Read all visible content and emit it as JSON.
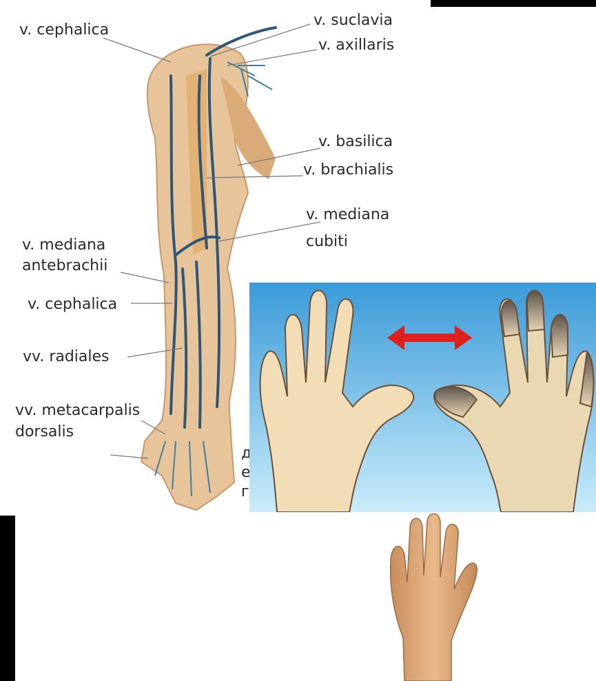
{
  "anatomy_labels": {
    "cephalica_top": "v. cephalica",
    "suclavia": "v. suclavia",
    "axillaris": "v. axillaris",
    "basilica": "v. basilica",
    "brachialis": "v. brachialis",
    "mediana_cubiti_1": "v. mediana",
    "mediana_cubiti_2": "cubiti",
    "mediana_antebrachii_1": "v. mediana",
    "mediana_antebrachii_2": "antebrachii",
    "cephalica_lower": "v. cephalica",
    "radiales": "vv. radiales",
    "metacarpalis_1": "vv. metacarpalis",
    "metacarpalis_2": "dorsalis",
    "hidden_1": "д",
    "hidden_2": "е",
    "hidden_3": "г"
  },
  "colors": {
    "skin": "#e7c49a",
    "vein": "#2e5676",
    "sky": "#4aa9e0",
    "arrow": "#e0201c",
    "discolored": "#7a7068"
  }
}
